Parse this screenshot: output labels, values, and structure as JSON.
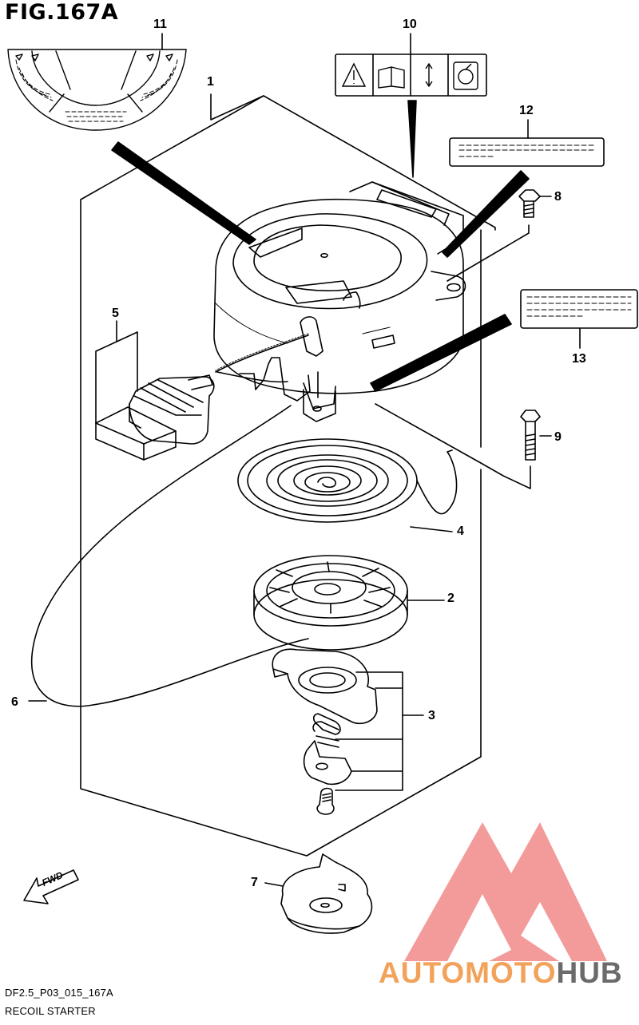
{
  "figure": {
    "title": "FIG.167A"
  },
  "callouts": [
    {
      "id": "1",
      "text": "1"
    },
    {
      "id": "2",
      "text": "2"
    },
    {
      "id": "3",
      "text": "3"
    },
    {
      "id": "4",
      "text": "4"
    },
    {
      "id": "5",
      "text": "5"
    },
    {
      "id": "6",
      "text": "6"
    },
    {
      "id": "7",
      "text": "7"
    },
    {
      "id": "8",
      "text": "8"
    },
    {
      "id": "9",
      "text": "9"
    },
    {
      "id": "10",
      "text": "10"
    },
    {
      "id": "11",
      "text": "11"
    },
    {
      "id": "12",
      "text": "12"
    },
    {
      "id": "13",
      "text": "13"
    }
  ],
  "fwd_label": "FWD",
  "footer": {
    "code": "DF2.5_P03_015_167A",
    "name": "RECOIL STARTER"
  },
  "watermark": {
    "part1": "AUTO",
    "part2": "MOTO",
    "part3": "HUB",
    "color_main": "#f28a8a",
    "color_text1": "#f2a25a",
    "color_text2": "#6b6b6b"
  },
  "warning_label_icons": [
    "warning-triangle-icon",
    "manual-book-icon",
    "up-down-arrow-icon",
    "rope-pull-icon"
  ]
}
